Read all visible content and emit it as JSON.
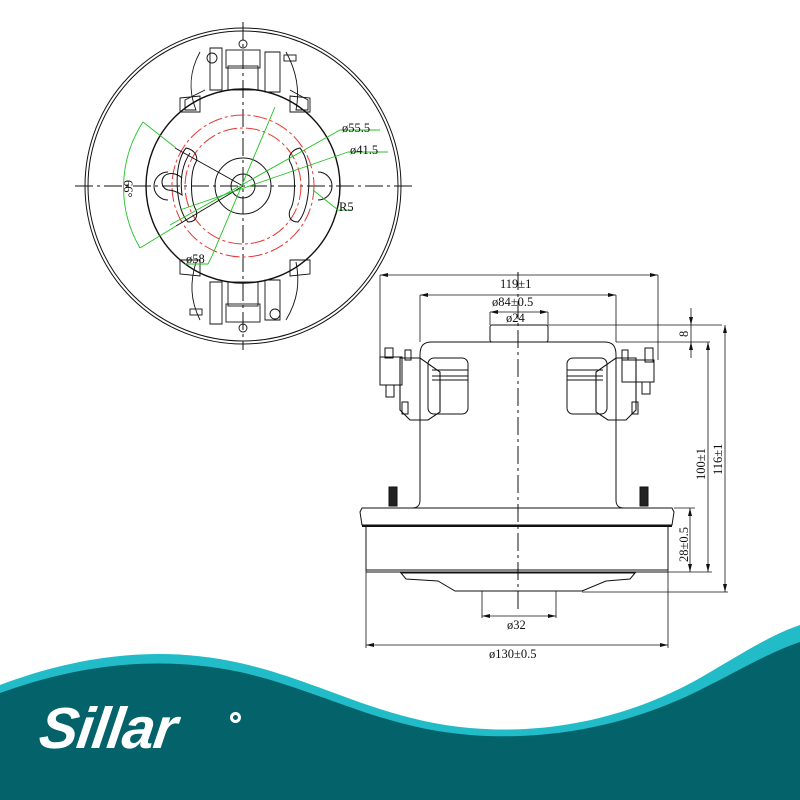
{
  "brand": {
    "name": "Sillar",
    "colors": {
      "banner": "#03626a",
      "wave_accent": "#22bcc8",
      "text": "#ffffff"
    }
  },
  "top_view": {
    "dimensions": {
      "d55_5": "ø55.5",
      "d41_5": "ø41.5",
      "r5": "R5",
      "d58": "ø58",
      "angle": "66°"
    },
    "colors": {
      "line": "#111111",
      "pitch_circle": "#e53935",
      "dimension": "#22c322"
    }
  },
  "side_view": {
    "dimensions": {
      "overall_width": "119±1",
      "housing_diameter": "ø84±0.5",
      "shaft_diameter": "ø24",
      "shaft_height": "8",
      "body_height": "100±1",
      "total_height": "116±1",
      "base_height": "28±0.5",
      "outlet_diameter": "ø32",
      "base_diameter": "ø130±0.5"
    }
  }
}
